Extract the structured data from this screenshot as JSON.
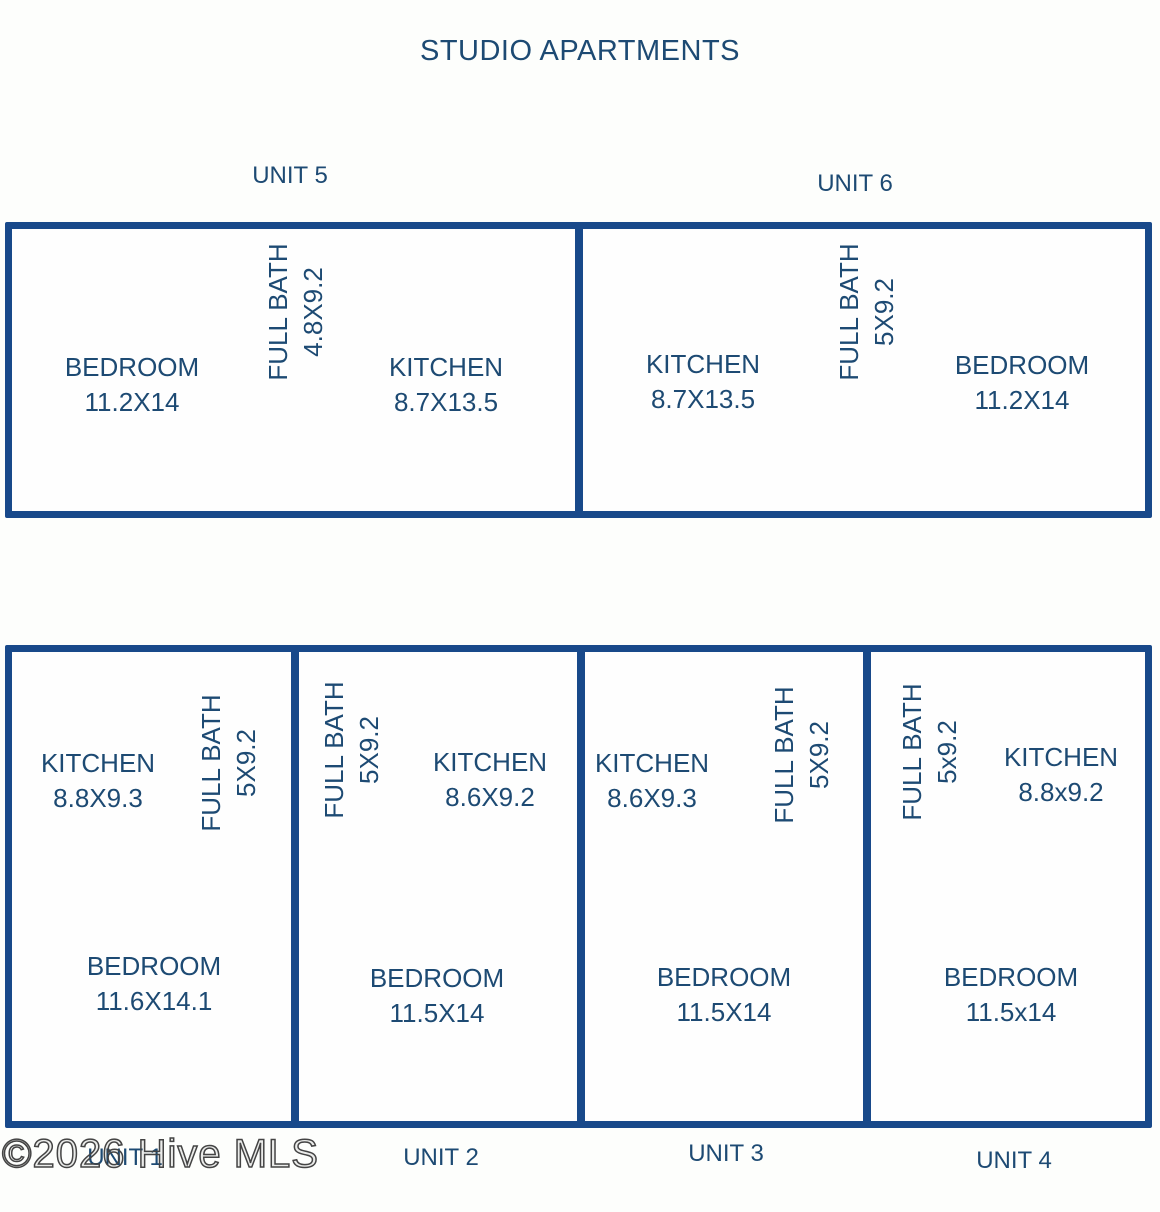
{
  "title": "STUDIO APARTMENTS",
  "watermark": "©2026 Hive MLS",
  "colors": {
    "wall": "#18498a",
    "text": "#1d4a73",
    "background": "#fdfefc",
    "watermark_outline": "#444444"
  },
  "units": {
    "unit5": {
      "label": "UNIT 5",
      "bedroom": {
        "name": "BEDROOM",
        "dims": "11.2X14"
      },
      "bath": {
        "name": "FULL BATH",
        "dims": "4.8X9.2"
      },
      "kitchen": {
        "name": "KITCHEN",
        "dims": "8.7X13.5"
      }
    },
    "unit6": {
      "label": "UNIT 6",
      "kitchen": {
        "name": "KITCHEN",
        "dims": "8.7X13.5"
      },
      "bath": {
        "name": "FULL BATH",
        "dims": "5X9.2"
      },
      "bedroom": {
        "name": "BEDROOM",
        "dims": "11.2X14"
      }
    },
    "unit1": {
      "label": "UNIT 1",
      "kitchen": {
        "name": "KITCHEN",
        "dims": "8.8X9.3"
      },
      "bath": {
        "name": "FULL BATH",
        "dims": "5X9.2"
      },
      "bedroom": {
        "name": "BEDROOM",
        "dims": "11.6X14.1"
      }
    },
    "unit2": {
      "label": "UNIT 2",
      "bath": {
        "name": "FULL BATH",
        "dims": "5X9.2"
      },
      "kitchen": {
        "name": "KITCHEN",
        "dims": "8.6X9.2"
      },
      "bedroom": {
        "name": "BEDROOM",
        "dims": "11.5X14"
      }
    },
    "unit3": {
      "label": "UNIT 3",
      "kitchen": {
        "name": "KITCHEN",
        "dims": "8.6X9.3"
      },
      "bath": {
        "name": "FULL BATH",
        "dims": "5X9.2"
      },
      "bedroom": {
        "name": "BEDROOM",
        "dims": "11.5X14"
      }
    },
    "unit4": {
      "label": "UNIT 4",
      "bath": {
        "name": "FULL BATH",
        "dims": "5x9.2"
      },
      "kitchen": {
        "name": "KITCHEN",
        "dims": "8.8x9.2"
      },
      "bedroom": {
        "name": "BEDROOM",
        "dims": "11.5x14"
      }
    }
  }
}
